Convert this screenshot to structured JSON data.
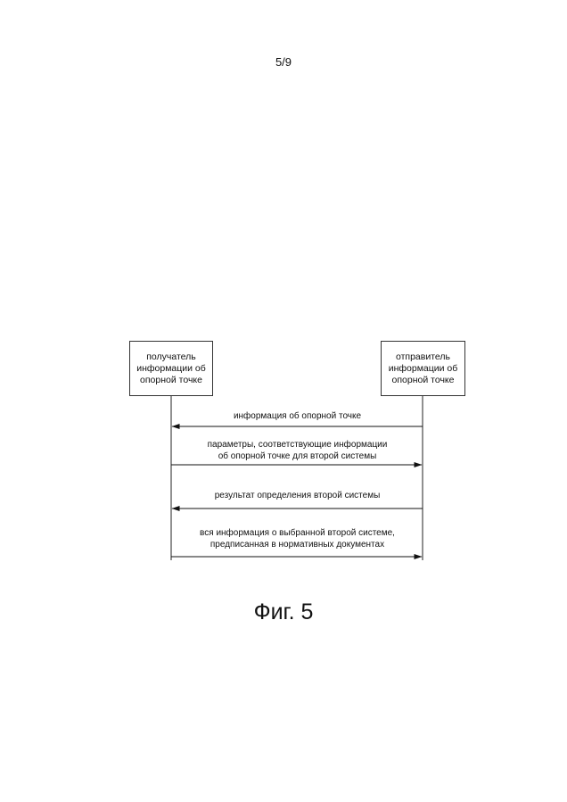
{
  "page_number": "5/9",
  "participants": {
    "receiver": "получатель\nинформации об\nопорной точке",
    "sender": "отправитель\nинформации об\nопорной точке"
  },
  "messages": [
    {
      "text": "информация об опорной точке",
      "direction": "sender-to-receiver"
    },
    {
      "text": "параметры, соответствующие информации\nоб опорной точке для второй системы",
      "direction": "receiver-to-sender"
    },
    {
      "text": "результат определения второй системы",
      "direction": "sender-to-receiver"
    },
    {
      "text": "вся информация о выбранной второй системе,\nпредписанная в нормативных документах",
      "direction": "receiver-to-sender"
    }
  ],
  "caption": "Фиг. 5"
}
